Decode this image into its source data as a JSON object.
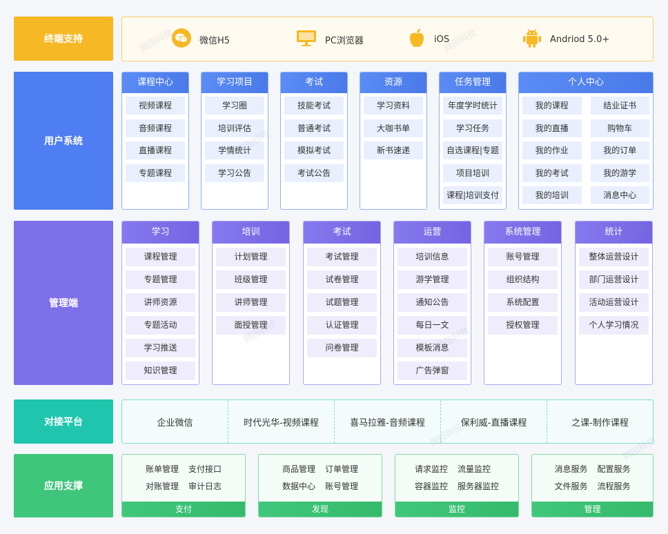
{
  "rows": {
    "terminal": "终端支持",
    "user": "用户系统",
    "admin": "管理端",
    "platform": "对接平台",
    "support": "应用支撑"
  },
  "terminal_items": [
    {
      "label": "微信H5",
      "icon": "wechat-icon"
    },
    {
      "label": "PC浏览器",
      "icon": "monitor-icon"
    },
    {
      "label": "iOS",
      "icon": "apple-icon"
    },
    {
      "label": "Andriod 5.0+",
      "icon": "android-icon"
    }
  ],
  "user_system": [
    {
      "title": "课程中心",
      "items": [
        "视频课程",
        "音频课程",
        "直播课程",
        "专题课程"
      ]
    },
    {
      "title": "学习项目",
      "items": [
        "学习圈",
        "培训评估",
        "学情统计",
        "学习公告"
      ]
    },
    {
      "title": "考试",
      "items": [
        "技能考试",
        "普通考试",
        "模拟考试",
        "考试公告"
      ]
    },
    {
      "title": "资源",
      "items": [
        "学习资料",
        "大咖书单",
        "新书速递"
      ]
    },
    {
      "title": "任务管理",
      "items": [
        "年度学时统计",
        "学习任务",
        "自选课程|专题",
        "项目培训",
        "课程|培训支付"
      ]
    },
    {
      "title": "个人中心",
      "items": [
        "我的课程",
        "结业证书",
        "我的直播",
        "购物车",
        "我的作业",
        "我的订单",
        "我的考试",
        "我的游学",
        "我的培训",
        "消息中心"
      ]
    }
  ],
  "admin": [
    {
      "title": "学习",
      "items": [
        "课程管理",
        "专题管理",
        "讲师资源",
        "专题活动",
        "学习推送",
        "知识管理"
      ]
    },
    {
      "title": "培训",
      "items": [
        "计划管理",
        "班级管理",
        "讲师管理",
        "面授管理"
      ]
    },
    {
      "title": "考试",
      "items": [
        "考试管理",
        "试卷管理",
        "试题管理",
        "认证管理",
        "问卷管理"
      ]
    },
    {
      "title": "运营",
      "items": [
        "培训信息",
        "游学管理",
        "通知公告",
        "每日一文",
        "模板消息",
        "广告弹窗"
      ]
    },
    {
      "title": "系统管理",
      "items": [
        "账号管理",
        "组织结构",
        "系统配置",
        "授权管理"
      ]
    },
    {
      "title": "统计",
      "items": [
        "整体运营设计",
        "部门运营设计",
        "活动运营设计",
        "个人学习情况"
      ]
    }
  ],
  "platform_items": [
    "企业微信",
    "时代光华-视频课程",
    "喜马拉雅-音频课程",
    "保利威-直播课程",
    "之课-制作课程"
  ],
  "support": [
    {
      "footer": "支付",
      "items": [
        "账单管理",
        "支付接口",
        "对账管理",
        "审计日志"
      ]
    },
    {
      "footer": "发现",
      "items": [
        "商品管理",
        "订单管理",
        "数据中心",
        "账号管理"
      ]
    },
    {
      "footer": "监控",
      "items": [
        "请求监控",
        "流量监控",
        "容器监控",
        "服务器监控"
      ]
    },
    {
      "footer": "管理",
      "items": [
        "消息服务",
        "配置服务",
        "文件服务",
        "流程服务"
      ]
    }
  ],
  "watermark": "网田科技",
  "colors": {
    "terminal": "#f6b824",
    "user": "#4f7df2",
    "admin": "#7d6fe8",
    "platform": "#1fc6ad",
    "support": "#3ec77a"
  }
}
